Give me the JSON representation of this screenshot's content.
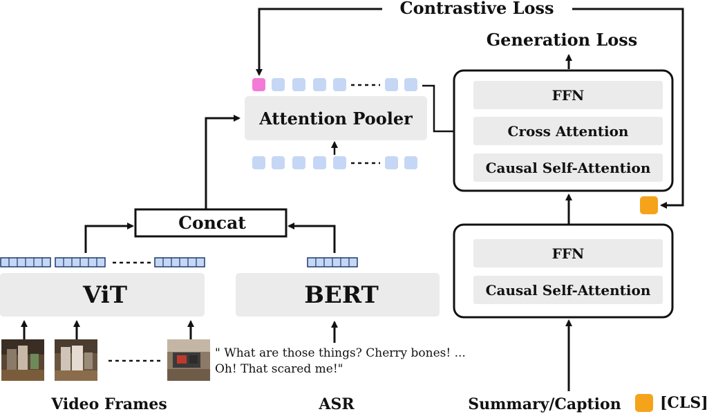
{
  "labels": {
    "contrastive_loss": "Contrastive Loss",
    "generation_loss": "Generation Loss",
    "attention_pooler": "Attention Pooler",
    "concat": "Concat",
    "vit": "ViT",
    "bert": "BERT",
    "video_frames": "Video Frames",
    "asr": "ASR",
    "summary_caption": "Summary/Caption",
    "cls": "[CLS]",
    "asr_text_line1": "\" What are those things? Cherry bones! ...",
    "asr_text_line2": "Oh! That scared me!\""
  },
  "decoder_top": {
    "layers": [
      "FFN",
      "Cross Attention",
      "Causal Self-Attention"
    ]
  },
  "decoder_bottom": {
    "layers": [
      "FFN",
      "Causal Self-Attention"
    ]
  },
  "colors": {
    "token_blue": "#c5d7f5",
    "token_pink": "#f47ad8",
    "cls_orange": "#f5a31a",
    "block_gray": "#ebebeb",
    "patch_blue": "#c5d7f5"
  }
}
